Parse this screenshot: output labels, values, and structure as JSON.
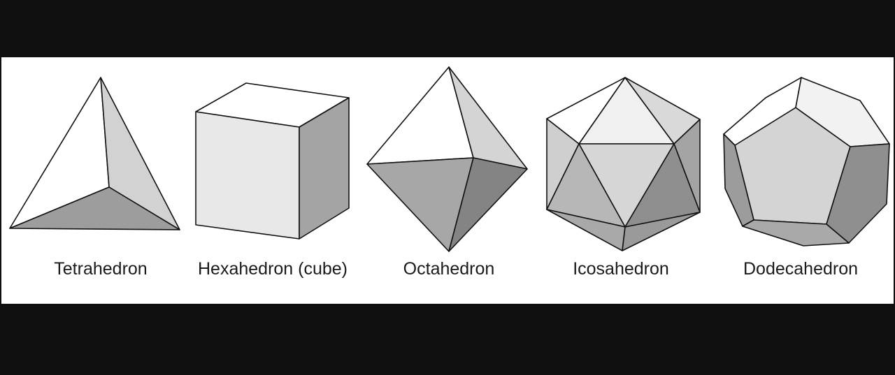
{
  "figure": {
    "labels": {
      "tetrahedron": "Tetrahedron",
      "hexahedron": "Hexahedron (cube)",
      "octahedron": "Octahedron",
      "icosahedron": "Icosahedron",
      "dodecahedron": "Dodecahedron"
    },
    "colors": {
      "background": "#0f0f0f",
      "panel": "#ffffff",
      "face_white": "#ffffff",
      "face_light": "#efefef",
      "face_mid": "#d4d4d4",
      "face_gray": "#b8b8b8",
      "face_dark": "#a6a6a6",
      "face_darker": "#8e8e8e",
      "edge": "#111111"
    }
  }
}
